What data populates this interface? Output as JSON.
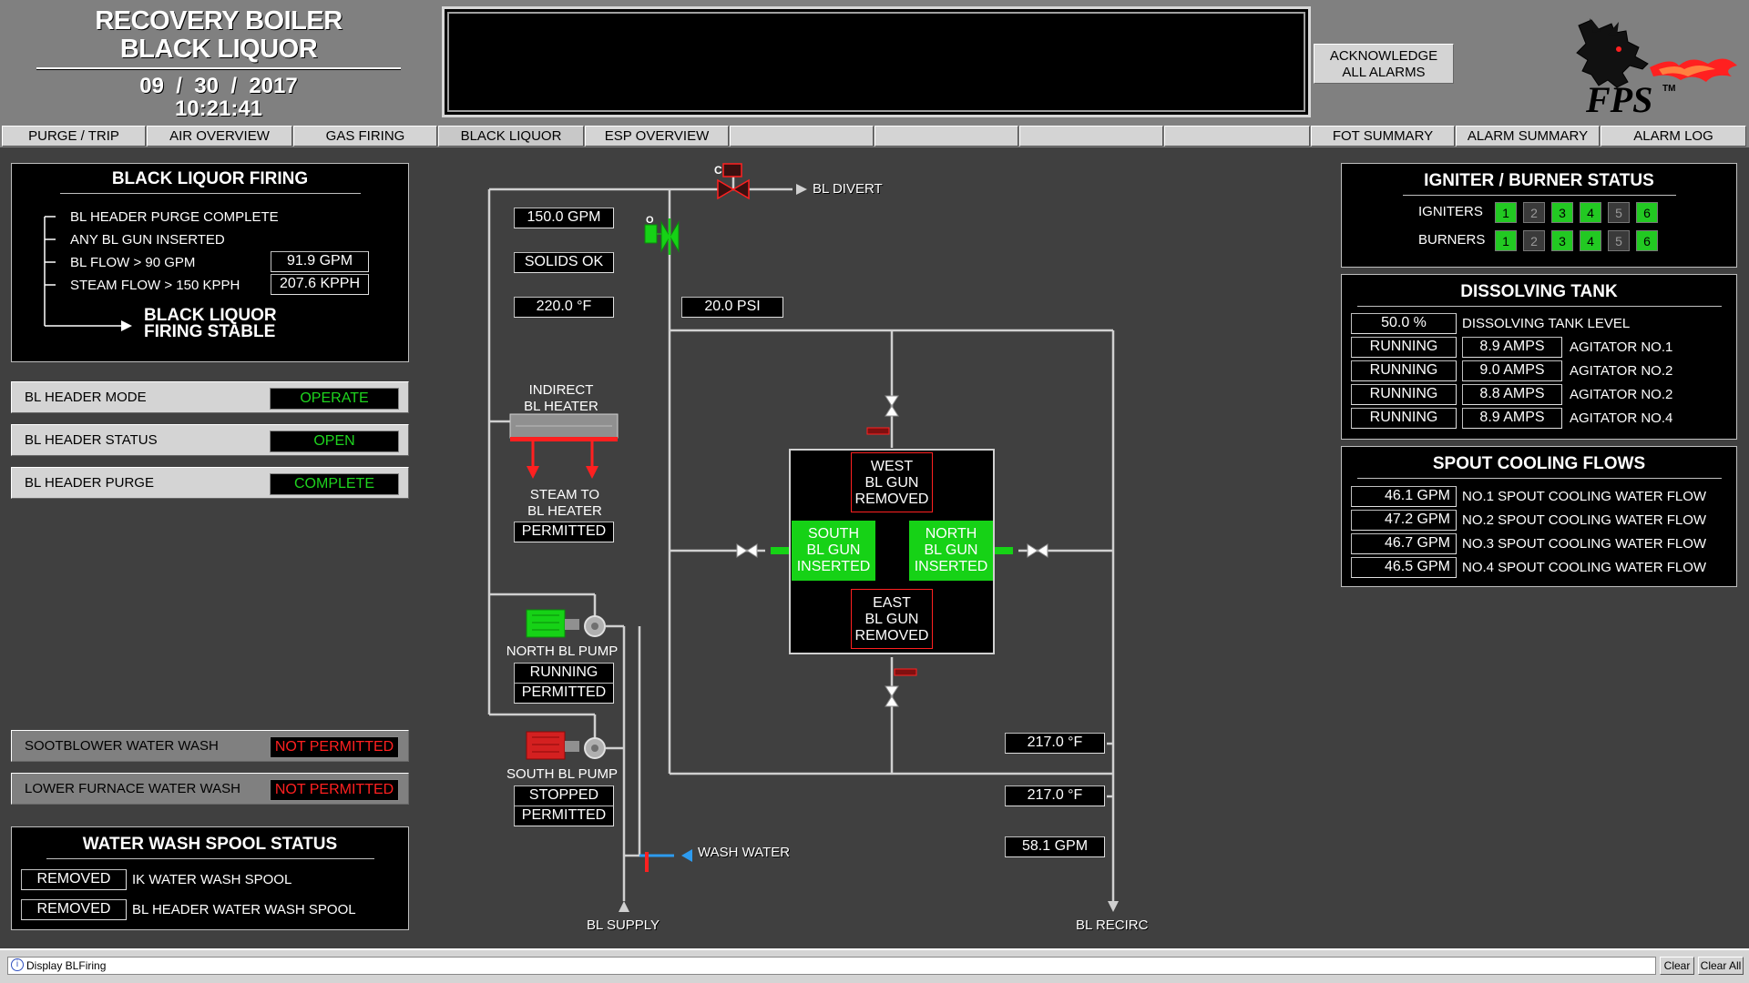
{
  "header": {
    "title_line1": "RECOVERY BOILER",
    "title_line2": "BLACK LIQUOR",
    "date": "09  /  30  /  2017",
    "time": "10:21:41",
    "ack_line1": "ACKNOWLEDGE",
    "ack_line2": "ALL ALARMS",
    "logo_text": "FPS",
    "logo_tm": "TM"
  },
  "nav": {
    "purge_trip": "PURGE / TRIP",
    "air_overview": "AIR OVERVIEW",
    "gas_firing": "GAS FIRING",
    "black_liquor": "BLACK LIQUOR",
    "esp_overview": "ESP OVERVIEW",
    "fot_summary": "FOT SUMMARY",
    "alarm_summary": "ALARM SUMMARY",
    "alarm_log": "ALARM LOG"
  },
  "firing": {
    "title": "BLACK LIQUOR FIRING",
    "cond1": "BL HEADER PURGE COMPLETE",
    "cond2": "ANY BL GUN INSERTED",
    "cond3": "BL FLOW > 90 GPM",
    "cond4": "STEAM FLOW > 150 KPPH",
    "flow_value": "91.9 GPM",
    "steam_value": "207.6 KPPH",
    "result1": "BLACK LIQUOR",
    "result2": "FIRING STABLE"
  },
  "modes": {
    "header_mode_label": "BL HEADER MODE",
    "header_mode_value": "OPERATE",
    "header_status_label": "BL HEADER STATUS",
    "header_status_value": "OPEN",
    "header_purge_label": "BL HEADER PURGE",
    "header_purge_value": "COMPLETE",
    "sootblower_label": "SOOTBLOWER WATER WASH",
    "sootblower_value": "NOT PERMITTED",
    "lower_furnace_label": "LOWER FURNACE WATER WASH",
    "lower_furnace_value": "NOT PERMITTED"
  },
  "spool": {
    "title": "WATER WASH SPOOL STATUS",
    "ik_status": "REMOVED",
    "ik_label": "IK WATER WASH SPOOL",
    "bl_status": "REMOVED",
    "bl_label": "BL HEADER WATER WASH SPOOL"
  },
  "process": {
    "bl_divert": "BL DIVERT",
    "valve_c": "C",
    "valve_o": "O",
    "flow_gpm": "150.0 GPM",
    "solids": "SOLIDS OK",
    "temp_in": "220.0 °F",
    "pressure": "20.0 PSI",
    "heater_label1": "INDIRECT",
    "heater_label2": "BL HEATER",
    "steam_label1": "STEAM TO",
    "steam_label2": "BL HEATER",
    "steam_status": "PERMITTED",
    "north_pump_label": "NORTH BL PUMP",
    "north_pump_run": "RUNNING",
    "north_pump_perm": "PERMITTED",
    "south_pump_label": "SOUTH BL PUMP",
    "south_pump_run": "STOPPED",
    "south_pump_perm": "PERMITTED",
    "wash_water": "WASH WATER",
    "bl_supply": "BL SUPPLY",
    "bl_recirc": "BL RECIRC",
    "recirc_temp1": "217.0 °F",
    "recirc_temp2": "217.0 °F",
    "recirc_flow": "58.1 GPM"
  },
  "guns": {
    "west": [
      "WEST",
      "BL GUN",
      "REMOVED"
    ],
    "south": [
      "SOUTH",
      "BL GUN",
      "INSERTED"
    ],
    "north": [
      "NORTH",
      "BL GUN",
      "INSERTED"
    ],
    "east": [
      "EAST",
      "BL GUN",
      "REMOVED"
    ]
  },
  "igniters": {
    "title": "IGNITER / BURNER STATUS",
    "igniters_label": "IGNITERS",
    "burners_label": "BURNERS",
    "igniter_states": [
      {
        "n": "1",
        "on": true
      },
      {
        "n": "2",
        "on": false
      },
      {
        "n": "3",
        "on": true
      },
      {
        "n": "4",
        "on": true
      },
      {
        "n": "5",
        "on": false
      },
      {
        "n": "6",
        "on": true
      }
    ],
    "burner_states": [
      {
        "n": "1",
        "on": true
      },
      {
        "n": "2",
        "on": false
      },
      {
        "n": "3",
        "on": true
      },
      {
        "n": "4",
        "on": true
      },
      {
        "n": "5",
        "on": false
      },
      {
        "n": "6",
        "on": true
      }
    ]
  },
  "dissolving": {
    "title": "DISSOLVING TANK",
    "level_value": "50.0 %",
    "level_label": "DISSOLVING TANK LEVEL",
    "agitators": [
      {
        "status": "RUNNING",
        "amps": "8.9 AMPS",
        "label": "AGITATOR NO.1"
      },
      {
        "status": "RUNNING",
        "amps": "9.0 AMPS",
        "label": "AGITATOR NO.2"
      },
      {
        "status": "RUNNING",
        "amps": "8.8 AMPS",
        "label": "AGITATOR NO.2"
      },
      {
        "status": "RUNNING",
        "amps": "8.9 AMPS",
        "label": "AGITATOR NO.4"
      }
    ]
  },
  "spout": {
    "title": "SPOUT COOLING FLOWS",
    "flows": [
      {
        "value": "46.1 GPM",
        "label": "NO.1 SPOUT COOLING WATER FLOW"
      },
      {
        "value": "47.2 GPM",
        "label": "NO.2 SPOUT COOLING WATER FLOW"
      },
      {
        "value": "46.7 GPM",
        "label": "NO.3 SPOUT COOLING WATER FLOW"
      },
      {
        "value": "46.5 GPM",
        "label": "NO.4 SPOUT COOLING WATER FLOW"
      }
    ]
  },
  "statusbar": {
    "message": "Display BLFiring",
    "clear": "Clear",
    "clear_all": "Clear All"
  },
  "colors": {
    "background": "#404040",
    "header": "#808080",
    "running_green": "#1ed41e",
    "alarm_red": "#ff2020",
    "gun_green": "#16d216"
  }
}
